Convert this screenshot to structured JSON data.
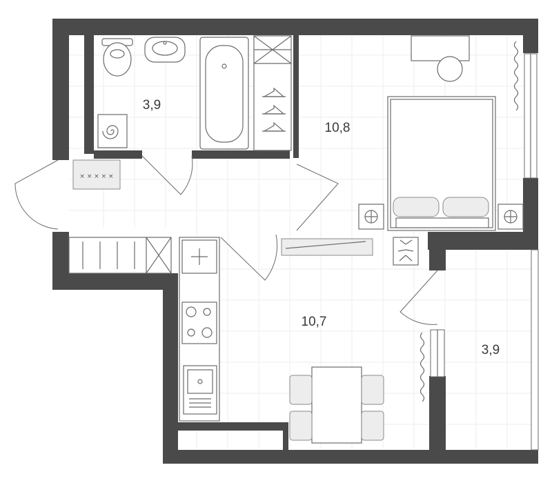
{
  "rooms": [
    {
      "name": "bathroom",
      "area": "3,9"
    },
    {
      "name": "bedroom",
      "area": "10,8"
    },
    {
      "name": "kitchen",
      "area": "10,7"
    },
    {
      "name": "balcony",
      "area": "3,9"
    }
  ],
  "colors": {
    "wall": "#4a4a4a",
    "grid": "#eeeeee",
    "line": "#6a6a6a",
    "floor": "#ffffff"
  }
}
